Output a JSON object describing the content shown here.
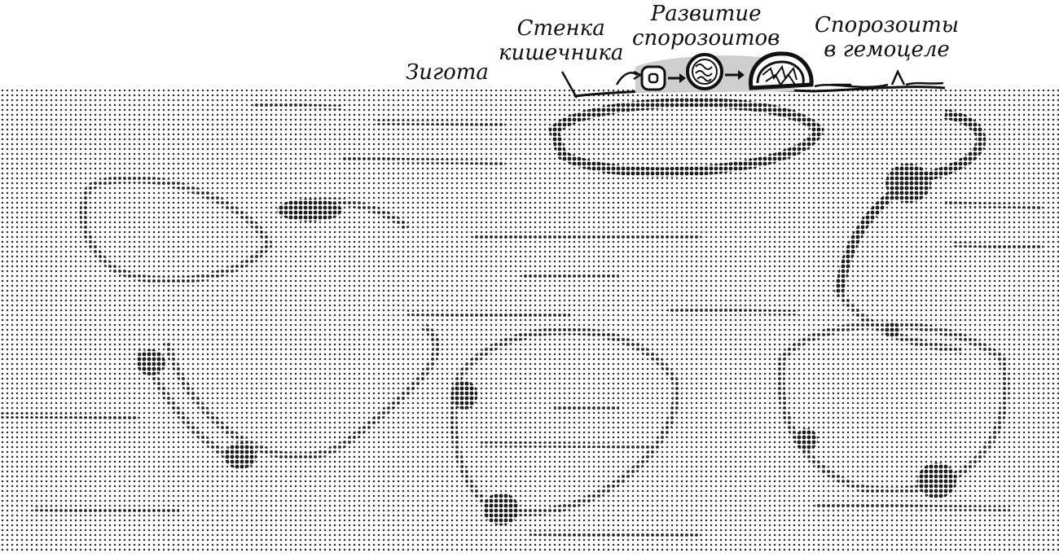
{
  "labels": {
    "zygote": "Зигота",
    "intestine_wall_line1": "Стенка",
    "intestine_wall_line2": "кишечника",
    "development_line1": "Развитие",
    "development_line2": "спорозоитов",
    "sporozoites_line1": "Спорозоиты",
    "sporozoites_line2": "в гемоцеле"
  },
  "colors": {
    "ink": "#111111",
    "halftone_dot": "#2a2a2a",
    "background": "#ffffff",
    "highlight": "#cfcfcf"
  }
}
